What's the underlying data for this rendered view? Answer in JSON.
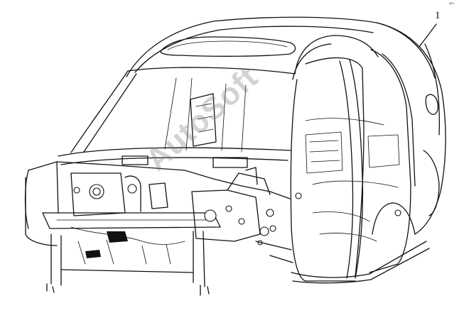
{
  "diagram": {
    "callout_label": "1",
    "corner_mark": "ఆ∞",
    "watermark_text": "AutoSoft"
  },
  "colors": {
    "line": "#111111",
    "background": "#ffffff",
    "watermark": "#8c8c8c"
  }
}
